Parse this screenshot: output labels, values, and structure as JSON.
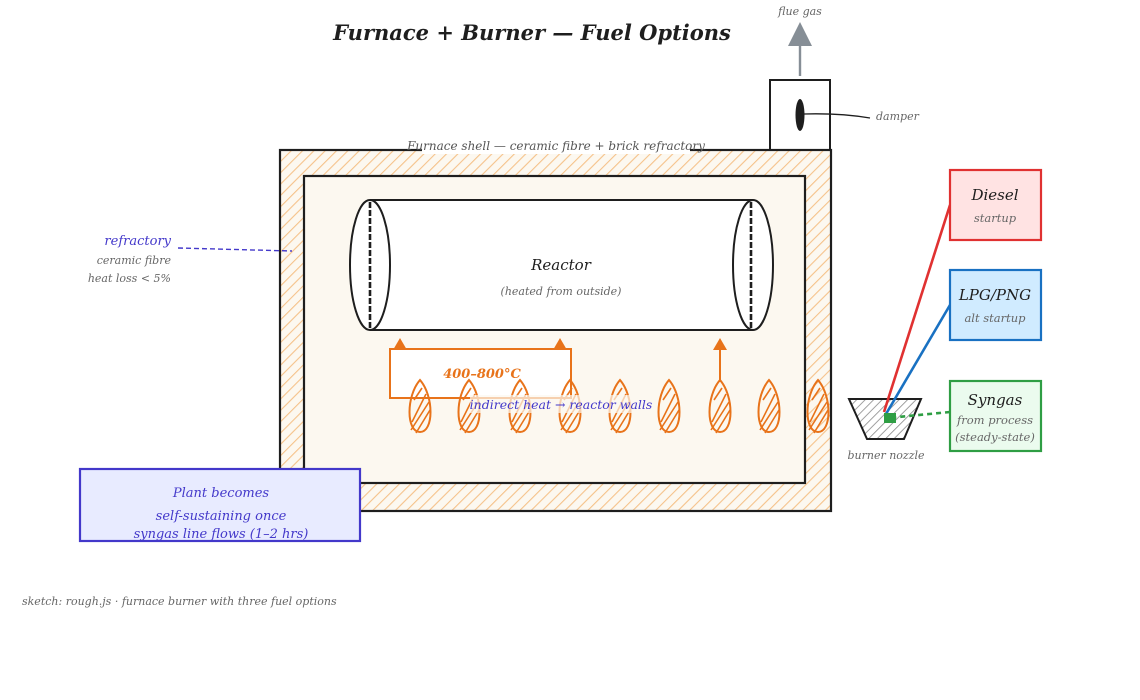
{
  "title": "Furnace + Burner — Fuel Options",
  "flue_gas": "flue gas",
  "damper": "damper",
  "shell_label": "Furnace shell — ceramic fibre + brick refractory",
  "refractory": {
    "title": "refractory",
    "line1": "ceramic fibre",
    "line2": "heat loss < 5%"
  },
  "reactor": {
    "title": "Reactor",
    "subtitle": "(heated from outside)"
  },
  "temperature": "400–800°C",
  "indirect_heat": "indirect heat → reactor walls",
  "burner_nozzle": "burner nozzle",
  "fuels": [
    {
      "name": "Diesel",
      "sub": "startup",
      "sub2": "",
      "color": "#e03131",
      "fill": "#ffe3e3"
    },
    {
      "name": "LPG/PNG",
      "sub": "alt startup",
      "sub2": "",
      "color": "#1971c2",
      "fill": "#d0ebff"
    },
    {
      "name": "Syngas",
      "sub": "from process",
      "sub2": "(steady-state)",
      "color": "#2f9e44",
      "fill": "#ebfbee"
    }
  ],
  "note": {
    "line1": "Plant becomes",
    "line2": "self-sustaining once",
    "line3": "syngas line flows (1–2 hrs)"
  },
  "footer": "sketch: rough.js · furnace burner with three fuel options",
  "colors": {
    "ink": "#1e1e1e",
    "flame": "#e8731a",
    "refractory": "#f5c28a",
    "furnace_fill": "#fcf8f0",
    "accent": "#4338ca",
    "note_fill": "#e8ebff",
    "gray": "#868e96"
  }
}
